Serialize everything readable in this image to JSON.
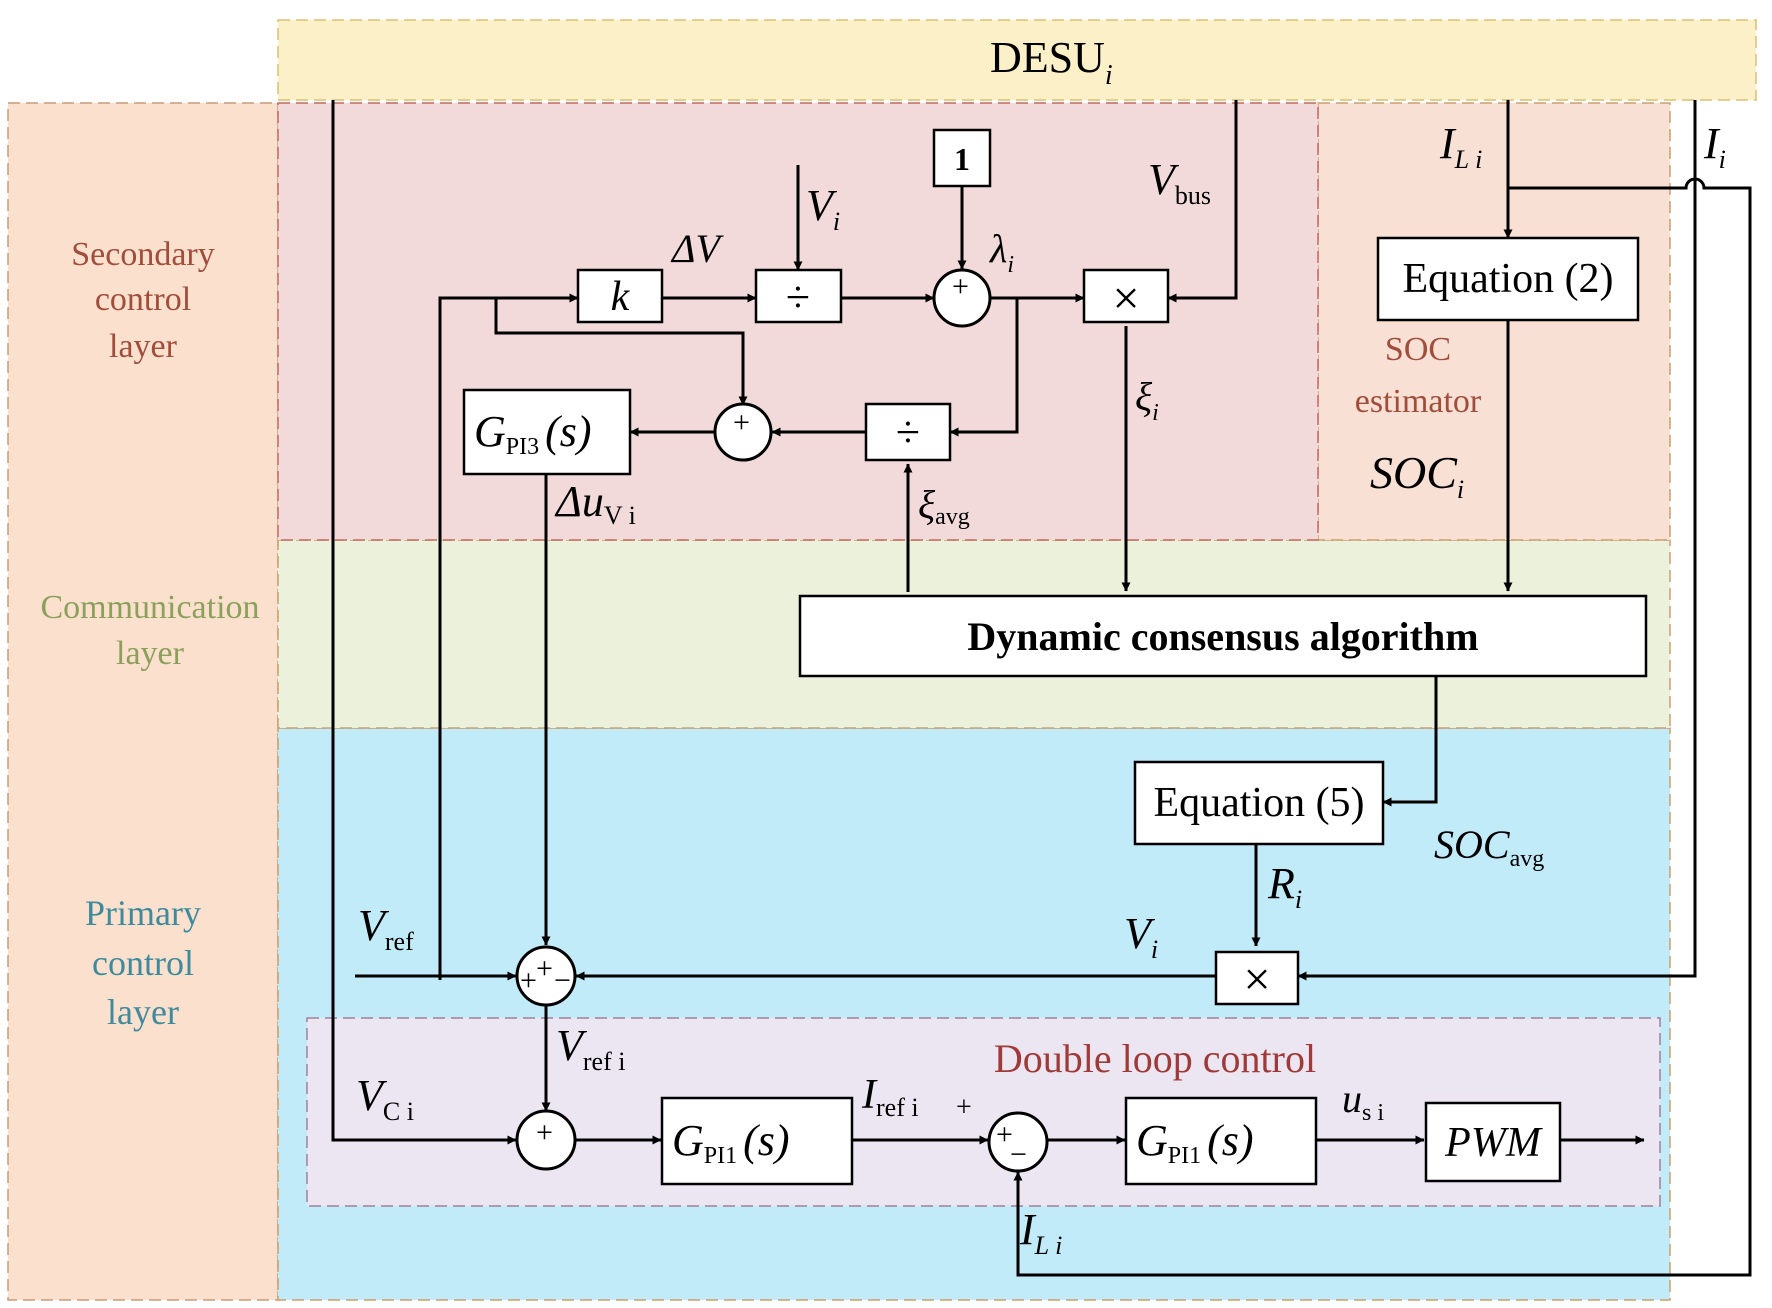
{
  "header": {
    "name": "DESU",
    "sub": "i"
  },
  "colors": {
    "header": "#fbf0c8",
    "side_panel": "#fbe0cd",
    "secondary": "#f2dada",
    "soc_estimator": "#f8e0d4",
    "communication": "#ecf1dc",
    "primary": "#c2ebfa",
    "double_loop": "#ece6f2",
    "secondary_text": "#a14d3c",
    "communication_text": "#8ba05a",
    "primary_text": "#3f8a9c",
    "double_loop_text": "#a03a38"
  },
  "layers": {
    "secondary": [
      "Secondary",
      "control",
      "layer"
    ],
    "communication": [
      "Communication",
      "layer"
    ],
    "primary": [
      "Primary",
      "control",
      "layer"
    ]
  },
  "soc_estimator": [
    "SOC",
    "estimator"
  ],
  "double_loop_title": "Double loop control",
  "blocks": {
    "k": "k",
    "one": "1",
    "equation2": "Equation (2)",
    "equation5": "Equation (5)",
    "consensus": "Dynamic consensus algorithm",
    "gpi3": {
      "main": "G",
      "sub": "PI3",
      "arg": "(s)"
    },
    "gpi1a": {
      "main": "G",
      "sub": "PI1",
      "arg": "(s)"
    },
    "gpi1b": {
      "main": "G",
      "sub": "PI1",
      "arg": "(s)"
    },
    "pwm": "PWM",
    "div": "÷",
    "mul": "×",
    "plus": "+",
    "minus": "−"
  },
  "signals": {
    "v_i_top": {
      "main": "V",
      "sub": "i"
    },
    "delta_v": {
      "main": "ΔV"
    },
    "lambda_i": {
      "main": "λ",
      "sub": "i"
    },
    "v_bus": {
      "main": "V",
      "sub": "bus"
    },
    "i_li_top": {
      "main": "I",
      "sub": "L i"
    },
    "i_i": {
      "main": "I",
      "sub": "i"
    },
    "xi_i": {
      "main": "ξ",
      "sub": "i"
    },
    "xi_avg": {
      "main": "ξ",
      "sub": "avg"
    },
    "soc_i": {
      "main": "SOC",
      "sub": "i"
    },
    "delta_u": {
      "main": "Δu",
      "sub": "V i"
    },
    "soc_avg": {
      "main": "SOC",
      "sub": "avg"
    },
    "r_i": {
      "main": "R",
      "sub": "i"
    },
    "v_ref": {
      "main": "V",
      "sub": "ref"
    },
    "v_i_mid": {
      "main": "V",
      "sub": "i"
    },
    "v_ref_i": {
      "main": "V",
      "sub": "ref i"
    },
    "v_ci": {
      "main": "V",
      "sub": "C i"
    },
    "i_ref_i": {
      "main": "I",
      "sub": "ref i"
    },
    "u_si": {
      "main": "u",
      "sub": "s i"
    },
    "i_li_bottom": {
      "main": "I",
      "sub": "L i"
    }
  }
}
